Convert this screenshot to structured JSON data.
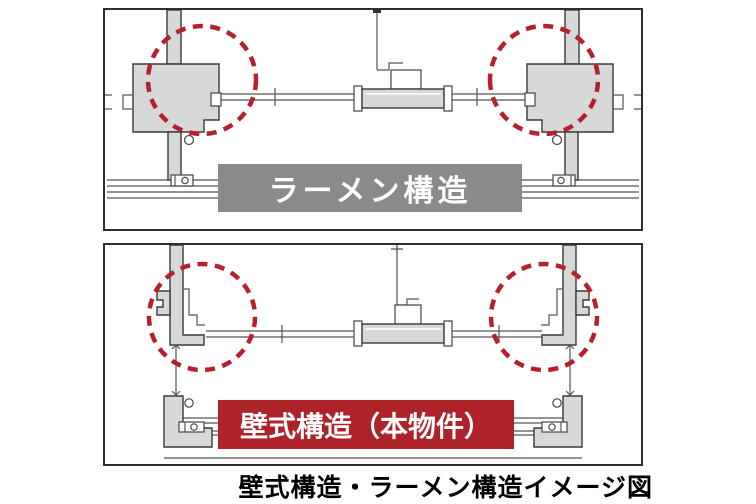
{
  "figure": {
    "caption": "壁式構造・ラーメン構造イメージ図"
  },
  "panels": {
    "rahmen": {
      "label": "ラーメン構造"
    },
    "wall": {
      "label": "壁式構造（本物件）"
    }
  },
  "icons": {
    "highlight": "red-dashed-circle"
  },
  "colors": {
    "panel_border": "#2e2e2e",
    "wall_fill": "#d8d8d8",
    "drawing_line": "#555555",
    "highlight_red": "#b5202c",
    "rahmen_label_bg": "#8a8a8a",
    "wall_label_bg": "#ae222a",
    "label_text": "#ffffff",
    "caption_text": "#000000"
  }
}
